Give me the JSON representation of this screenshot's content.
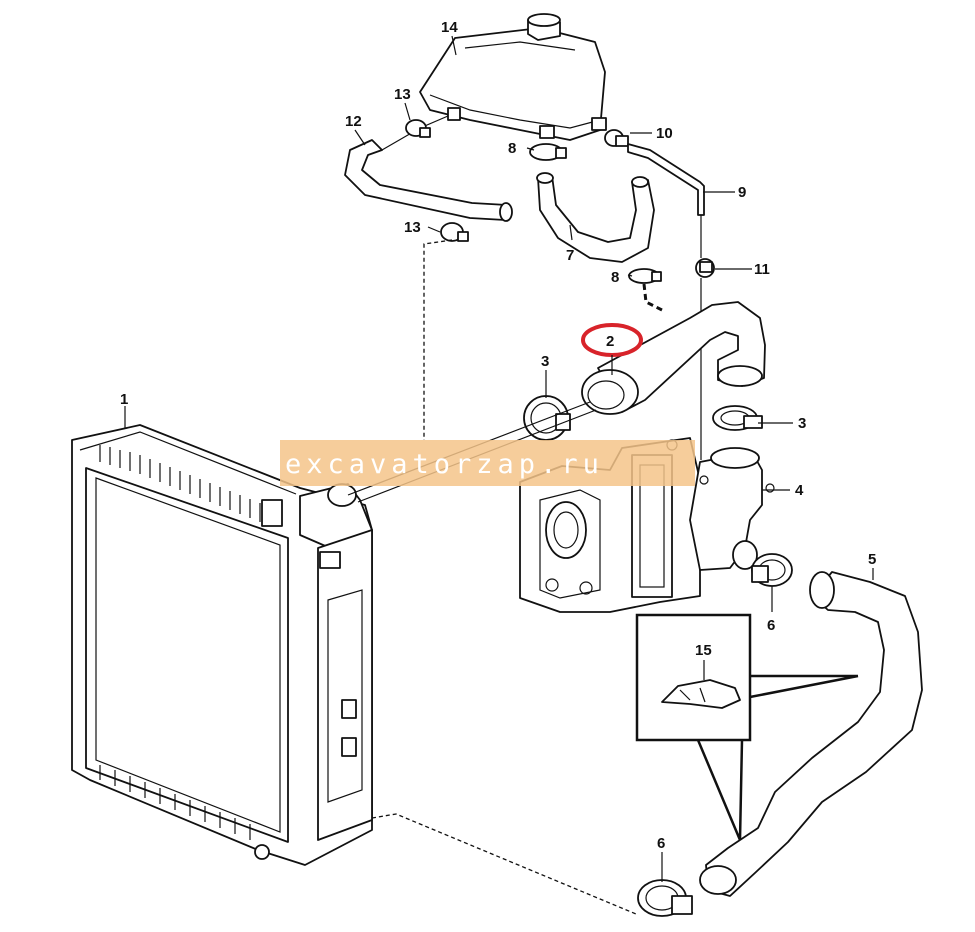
{
  "watermark": {
    "text": "excavatorzap.ru",
    "band_color": "#f5c48a"
  },
  "highlight_color": "#d8232a",
  "highlighted_callout": "2",
  "callouts": {
    "c1": "1",
    "c2": "2",
    "c3a": "3",
    "c3b": "3",
    "c4": "4",
    "c5": "5",
    "c6a": "6",
    "c6b": "6",
    "c7": "7",
    "c8a": "8",
    "c8b": "8",
    "c9": "9",
    "c10": "10",
    "c11": "11",
    "c12": "12",
    "c13a": "13",
    "c13b": "13",
    "c14": "14",
    "c15": "15"
  }
}
